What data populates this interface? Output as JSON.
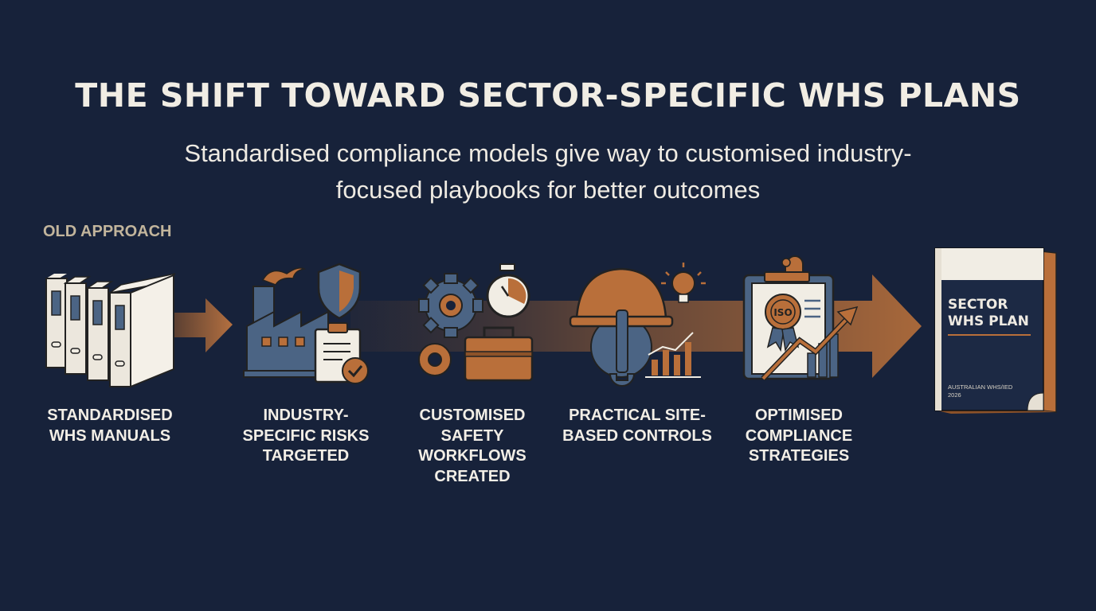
{
  "title": "THE SHIFT TOWARD SECTOR-SPECIFIC WHS PLANS",
  "subtitle": "Standardised compliance models give way to customised industry-focused playbooks for better outcomes",
  "old_approach_label": "OLD APPROACH",
  "stages": [
    {
      "label": "STANDARDISED WHS MANUALS",
      "icon": "binders-icon"
    },
    {
      "label": "INDUSTRY-SPECIFIC RISKS TARGETED",
      "icon": "factory-shield-clipboard-icon"
    },
    {
      "label": "CUSTOMISED SAFETY WORKFLOWS CREATED",
      "icon": "gears-stopwatch-toolbox-icon"
    },
    {
      "label": "PRACTICAL SITE-BASED CONTROLS",
      "icon": "hardhat-wrench-lightbulb-icon"
    },
    {
      "label": "OPTIMISED COMPLIANCE STRATEGIES",
      "icon": "iso-certificate-growth-icon"
    }
  ],
  "book": {
    "title": "SECTOR\nWHS PLAN",
    "footer": "AUSTRALIAN WHS/IED\n2026"
  },
  "iso_badge_text": "ISO",
  "colors": {
    "background": "#17223a",
    "accent_orange": "#b96f3a",
    "icon_blue": "#4b6484",
    "paper": "#f1ede4",
    "old_label": "#c2b59c"
  }
}
